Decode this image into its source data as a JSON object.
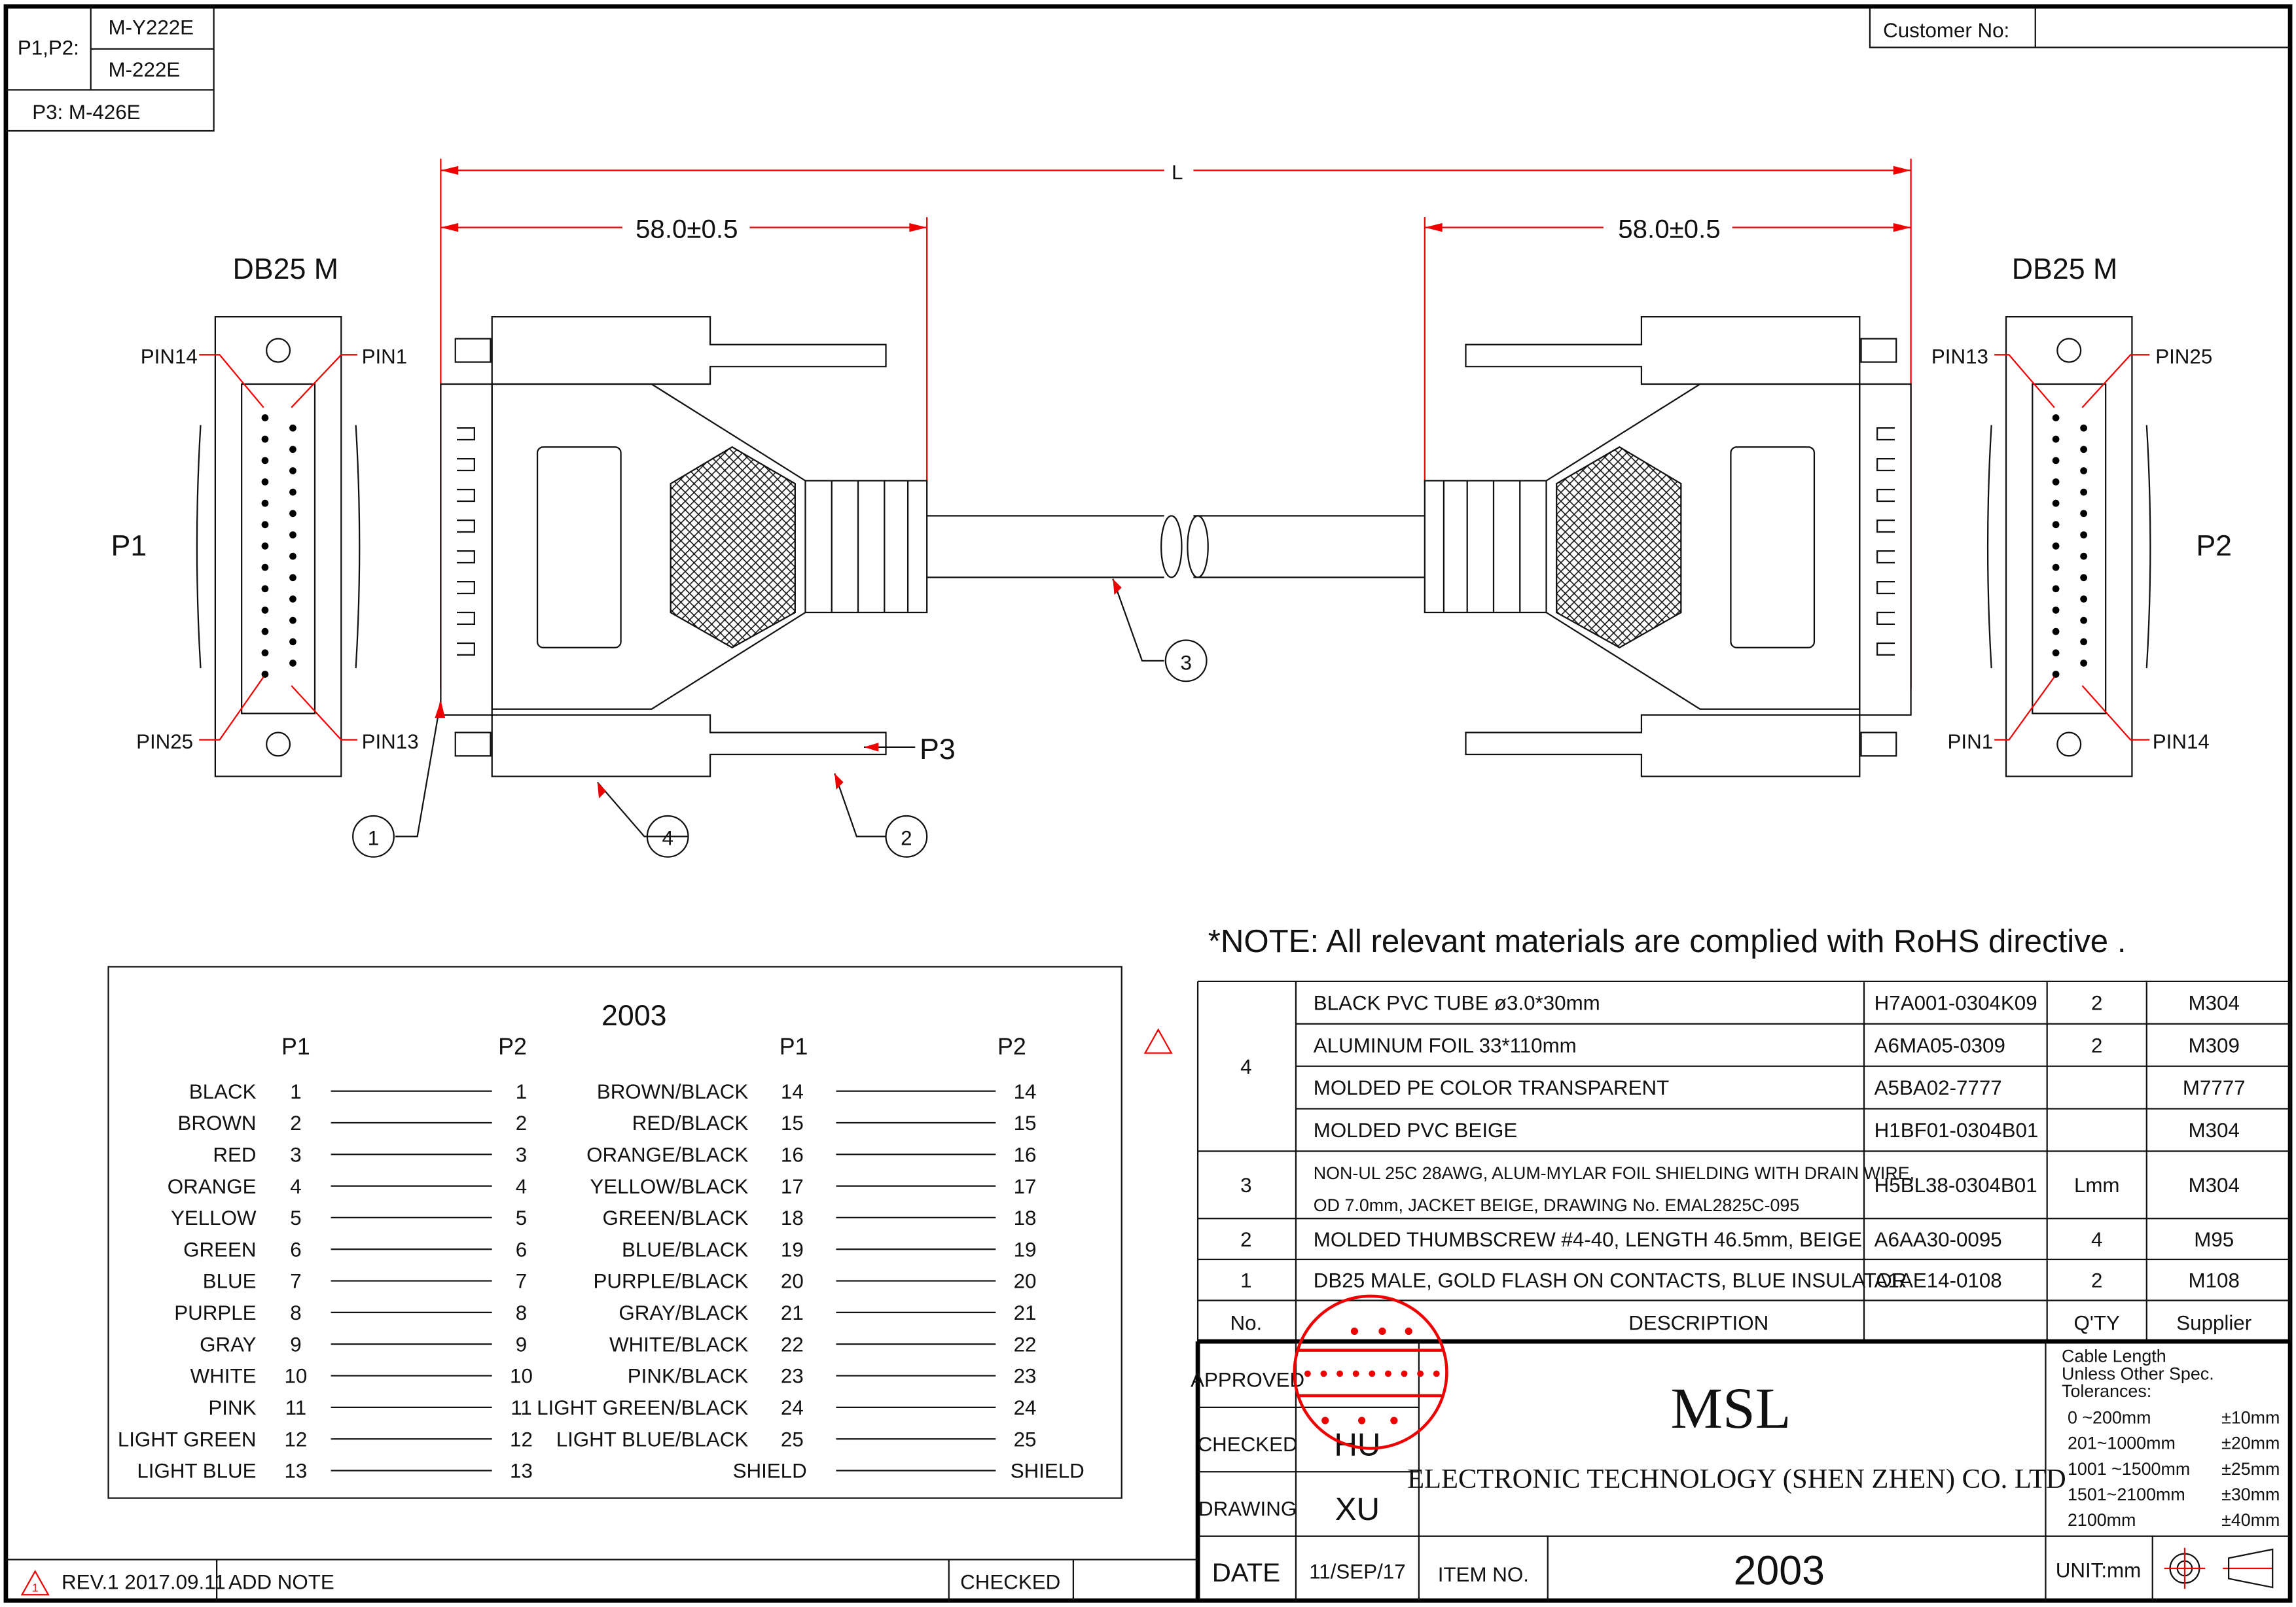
{
  "header": {
    "p1p2_label": "P1,P2:",
    "p1p2_parts": [
      "M-Y222E",
      "M-222E"
    ],
    "p3_label": "P3: M-426E",
    "customer_no_label": "Customer No:"
  },
  "drawing": {
    "overall_length": "L",
    "left_dim": "58.0±0.5",
    "right_dim": "58.0±0.5",
    "left_connector": {
      "title": "DB25 M",
      "plug": "P1",
      "pins": [
        "PIN14",
        "PIN1",
        "PIN25",
        "PIN13"
      ]
    },
    "right_connector": {
      "title": "DB25 M",
      "plug": "P2",
      "pins": [
        "PIN13",
        "PIN25",
        "PIN1",
        "PIN14"
      ]
    },
    "p3_label": "P3",
    "balloons": [
      "1",
      "4",
      "2",
      "3"
    ],
    "note": "*NOTE: All relevant materials are complied with RoHS directive ."
  },
  "wiring": {
    "title": "2003",
    "headers": [
      "P1",
      "P2",
      "P1",
      "P2"
    ],
    "left": [
      {
        "color": "BLACK",
        "p1": "1",
        "p2": "1"
      },
      {
        "color": "BROWN",
        "p1": "2",
        "p2": "2"
      },
      {
        "color": "RED",
        "p1": "3",
        "p2": "3"
      },
      {
        "color": "ORANGE",
        "p1": "4",
        "p2": "4"
      },
      {
        "color": "YELLOW",
        "p1": "5",
        "p2": "5"
      },
      {
        "color": "GREEN",
        "p1": "6",
        "p2": "6"
      },
      {
        "color": "BLUE",
        "p1": "7",
        "p2": "7"
      },
      {
        "color": "PURPLE",
        "p1": "8",
        "p2": "8"
      },
      {
        "color": "GRAY",
        "p1": "9",
        "p2": "9"
      },
      {
        "color": "WHITE",
        "p1": "10",
        "p2": "10"
      },
      {
        "color": "PINK",
        "p1": "11",
        "p2": "11"
      },
      {
        "color": "LIGHT GREEN",
        "p1": "12",
        "p2": "12"
      },
      {
        "color": "LIGHT BLUE",
        "p1": "13",
        "p2": "13"
      }
    ],
    "right": [
      {
        "color": "BROWN/BLACK",
        "p1": "14",
        "p2": "14"
      },
      {
        "color": "RED/BLACK",
        "p1": "15",
        "p2": "15"
      },
      {
        "color": "ORANGE/BLACK",
        "p1": "16",
        "p2": "16"
      },
      {
        "color": "YELLOW/BLACK",
        "p1": "17",
        "p2": "17"
      },
      {
        "color": "GREEN/BLACK",
        "p1": "18",
        "p2": "18"
      },
      {
        "color": "BLUE/BLACK",
        "p1": "19",
        "p2": "19"
      },
      {
        "color": "PURPLE/BLACK",
        "p1": "20",
        "p2": "20"
      },
      {
        "color": "GRAY/BLACK",
        "p1": "21",
        "p2": "21"
      },
      {
        "color": "WHITE/BLACK",
        "p1": "22",
        "p2": "22"
      },
      {
        "color": "PINK/BLACK",
        "p1": "23",
        "p2": "23"
      },
      {
        "color": "LIGHT GREEN/BLACK",
        "p1": "24",
        "p2": "24"
      },
      {
        "color": "LIGHT BLUE/BLACK",
        "p1": "25",
        "p2": "25"
      },
      {
        "color": "",
        "p1": "SHIELD",
        "p2": "SHIELD"
      }
    ]
  },
  "bom": {
    "headers": {
      "no": "No.",
      "description": "DESCRIPTION",
      "qty": "Q'TY",
      "supplier": "Supplier"
    },
    "groups": [
      {
        "no": "4",
        "rows": [
          {
            "description": "BLACK PVC TUBE ø3.0*30mm",
            "part": "H7A001-0304K09",
            "qty": "2",
            "supplier": "M304"
          },
          {
            "description": "ALUMINUM FOIL 33*110mm",
            "part": "A6MA05-0309",
            "qty": "2",
            "supplier": "M309"
          },
          {
            "description": "MOLDED PE COLOR TRANSPARENT",
            "part": "A5BA02-7777",
            "qty": "",
            "supplier": "M7777"
          },
          {
            "description": "MOLDED PVC BEIGE",
            "part": "H1BF01-0304B01",
            "qty": "",
            "supplier": "M304"
          }
        ]
      },
      {
        "no": "3",
        "rows": [
          {
            "description": "NON-UL 25C 28AWG, ALUM-MYLAR FOIL SHIELDING WITH DRAIN WIRE,",
            "description2": "OD 7.0mm, JACKET BEIGE, DRAWING No. EMAL2825C-095",
            "part": "H5BL38-0304B01",
            "qty": "Lmm",
            "supplier": "M304"
          }
        ]
      },
      {
        "no": "2",
        "rows": [
          {
            "description": "MOLDED THUMBSCREW #4-40, LENGTH 46.5mm, BEIGE",
            "part": "A6AA30-0095",
            "qty": "4",
            "supplier": "M95"
          }
        ]
      },
      {
        "no": "1",
        "rows": [
          {
            "description": "DB25 MALE, GOLD FLASH ON CONTACTS, BLUE INSULATOR",
            "part": "A1AE14-0108",
            "qty": "2",
            "supplier": "M108"
          }
        ]
      }
    ]
  },
  "title_block": {
    "approved_label": "APPROVED",
    "checked_label": "CHECKED",
    "checked_by": "HU",
    "drawing_label": "DRAWING",
    "drawn_by": "XU",
    "date_label": "DATE",
    "date": "11/SEP/17",
    "company_logo": "MSL",
    "company_name": "ELECTRONIC TECHNOLOGY (SHEN ZHEN) CO. LTD",
    "item_no_label": "ITEM NO.",
    "item_no": "2003",
    "unit": "UNIT:mm",
    "tolerance_title": [
      "Cable Length",
      "Unless Other Spec.",
      "Tolerances:"
    ],
    "tolerances": [
      {
        "range": "0 ~200mm",
        "tol": "±10mm"
      },
      {
        "range": "201~1000mm",
        "tol": "±20mm"
      },
      {
        "range": "1001 ~1500mm",
        "tol": "±25mm"
      },
      {
        "range": "1501~2100mm",
        "tol": "±30mm"
      },
      {
        "range": "2100mm",
        "tol": "±40mm"
      }
    ]
  },
  "revision": {
    "rev": "REV.1 2017.09.11",
    "note": "ADD NOTE",
    "checked": "CHECKED",
    "rev_mark": "1"
  },
  "colors": {
    "dimension": "#e00000",
    "stamp": "#e00000",
    "line": "#111111"
  }
}
